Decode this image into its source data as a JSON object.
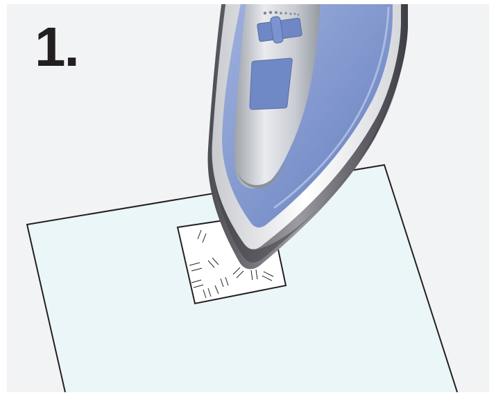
{
  "step": {
    "number_label": "1."
  },
  "colors": {
    "panel_background": "#f2f3f4",
    "fabric": "#eaf6f7",
    "outline": "#231f20",
    "patch": "#ffffff",
    "iron_blue": "#7f95cc",
    "iron_silver": "#d0d3d9",
    "iron_base": "#5f5f64"
  },
  "icons": {
    "iron": "iron-icon",
    "fabric": "fabric-sheet",
    "interfacing": "interfacing-patch"
  }
}
